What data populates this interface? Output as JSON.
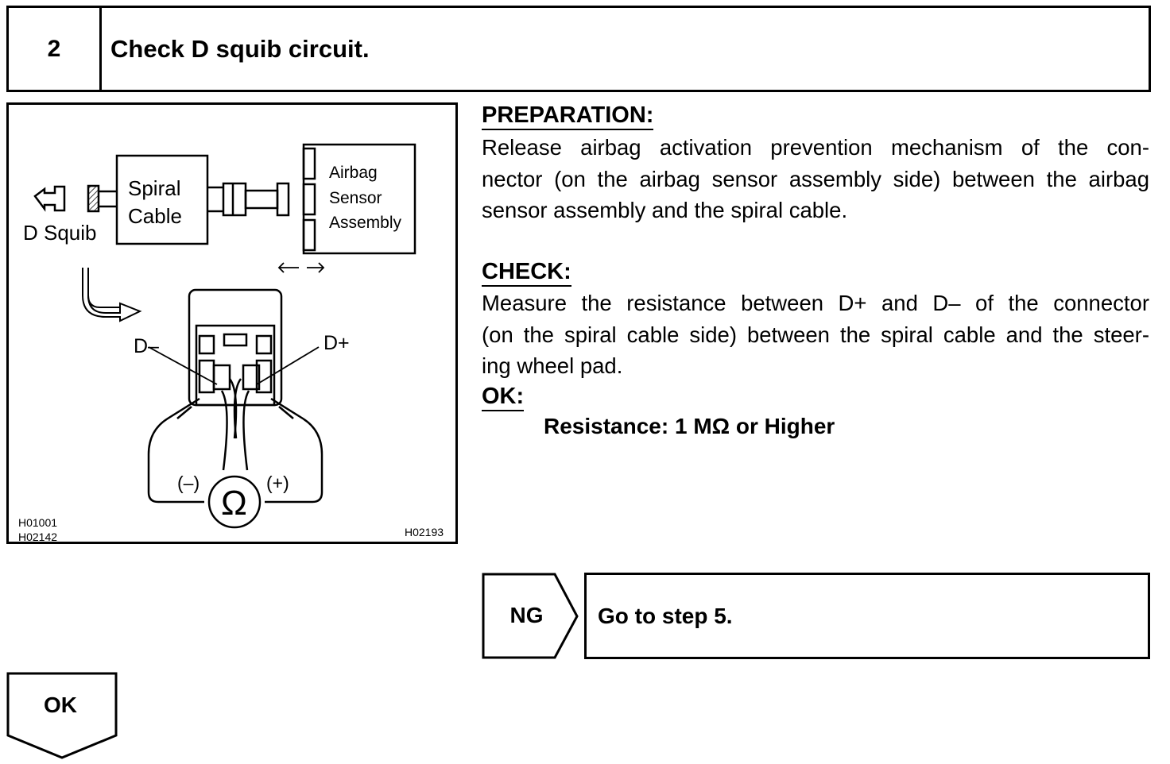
{
  "step": {
    "number": "2",
    "title": "Check D squib circuit."
  },
  "figure": {
    "label_d_squib": "D Squib",
    "label_spiral": "Spiral",
    "label_cable": "Cable",
    "label_airbag": "Airbag",
    "label_sensor": "Sensor",
    "label_assembly": "Assembly",
    "label_d_minus": "D–",
    "label_d_plus": "D+",
    "label_neg": "(–)",
    "label_pos": "(+)",
    "label_ohm": "Ω",
    "code_1": "H01001",
    "code_2": "H02142",
    "code_3": "H02193",
    "icon": "ohmmeter-connector-diagram"
  },
  "preparation": {
    "heading": "PREPARATION:",
    "lines": [
      "Release airbag activation prevention mechanism of the con-",
      "nector (on the airbag sensor assembly side) between the airbag",
      "sensor assembly and the spiral cable."
    ]
  },
  "check": {
    "heading": "CHECK:",
    "lines": [
      "Measure the resistance between D+ and D– of the connector",
      "(on the spiral cable side) between the spiral cable and the steer-",
      "ing wheel pad."
    ]
  },
  "ok": {
    "heading": "OK:",
    "result": "Resistance: 1 MΩ  or Higher"
  },
  "ng": {
    "label": "NG",
    "action": "Go to step 5."
  },
  "ok_branch": {
    "label": "OK"
  }
}
